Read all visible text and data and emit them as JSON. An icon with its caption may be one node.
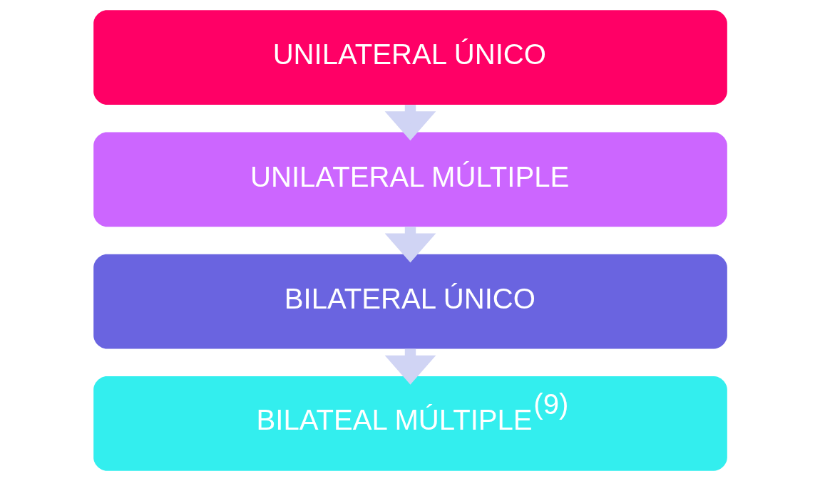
{
  "diagram": {
    "nodes": [
      {
        "text": [
          "UNILATERAL ÚNICO"
        ]
      },
      {
        "text": [
          "UNILATERAL MÚLTIPLE"
        ]
      },
      {
        "text": [
          "BILATERAL ÚNICO"
        ]
      },
      {
        "text": [
          "BILATEAL MÚLTIPLE$^{(9)}$"
        ]
      }
    ],
    "edges": [
      {
        "from": 0,
        "to": 1,
        "arrow": "to"
      },
      {
        "from": 1,
        "to": 2,
        "arrow": "to"
      },
      {
        "from": 2,
        "to": 3,
        "arrow": "to"
      }
    ]
  }
}
